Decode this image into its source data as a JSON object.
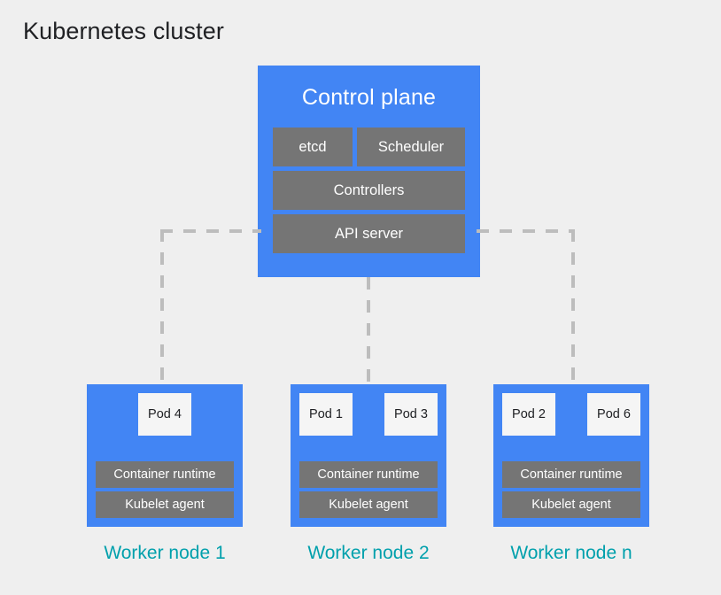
{
  "title": "Kubernetes cluster",
  "colors": {
    "background": "#efefef",
    "node_blue": "#4285f4",
    "component_gray": "#757575",
    "pod_white": "#f5f5f5",
    "caption_teal": "#00a0ac",
    "connector_gray": "#bdbdbd",
    "title_text": "#202124"
  },
  "control_plane": {
    "title": "Control plane",
    "components": [
      {
        "label": "etcd"
      },
      {
        "label": "Scheduler"
      },
      {
        "label": "Controllers"
      },
      {
        "label": "API server"
      }
    ]
  },
  "worker_nodes": [
    {
      "caption": "Worker node 1",
      "pods": [
        "Pod 4"
      ],
      "runtime_label": "Container runtime",
      "kubelet_label": "Kubelet agent"
    },
    {
      "caption": "Worker node 2",
      "pods": [
        "Pod 1",
        "Pod 3"
      ],
      "runtime_label": "Container runtime",
      "kubelet_label": "Kubelet agent"
    },
    {
      "caption": "Worker node n",
      "pods": [
        "Pod 2",
        "Pod 6"
      ],
      "runtime_label": "Container runtime",
      "kubelet_label": "Kubelet agent"
    }
  ],
  "connectors": [
    {
      "name": "api-server-to-worker-node-1",
      "style": "dashed"
    },
    {
      "name": "control-plane-to-worker-node-2",
      "style": "dashed"
    },
    {
      "name": "api-server-to-worker-node-n",
      "style": "dashed"
    }
  ]
}
